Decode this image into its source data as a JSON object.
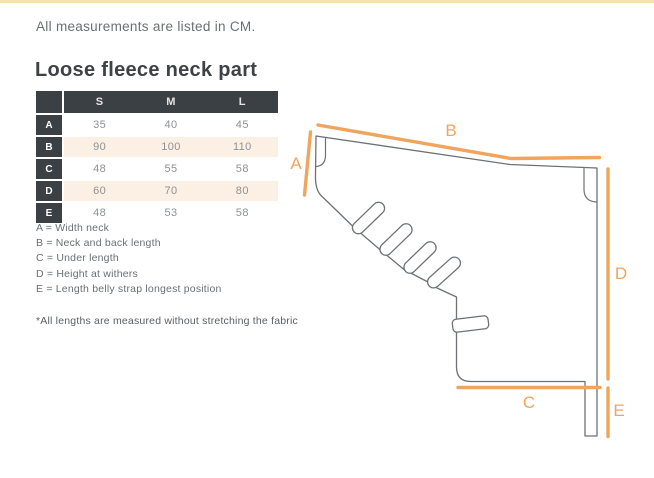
{
  "page": {
    "note_top": "All measurements are listed in CM.",
    "title": "Loose fleece neck part"
  },
  "table": {
    "size_headers": [
      "S",
      "M",
      "L"
    ],
    "rows": [
      {
        "label": "A",
        "values": [
          "35",
          "40",
          "45"
        ]
      },
      {
        "label": "B",
        "values": [
          "90",
          "100",
          "110"
        ]
      },
      {
        "label": "C",
        "values": [
          "48",
          "55",
          "58"
        ]
      },
      {
        "label": "D",
        "values": [
          "60",
          "70",
          "80"
        ]
      },
      {
        "label": "E",
        "values": [
          "48",
          "53",
          "58"
        ]
      }
    ]
  },
  "legend": {
    "items": [
      "A = Width neck",
      "B = Neck and back length",
      "C = Under length",
      "D = Height at withers",
      "E = Length belly strap longest position"
    ],
    "footnote": "*All lengths are measured without stretching the fabric"
  },
  "diagram": {
    "labels": {
      "a": "A",
      "b": "B",
      "c": "C",
      "d": "D",
      "e": "E"
    }
  },
  "colors": {
    "accent": "#F0A55F",
    "header_dark": "#3B4045",
    "row_cream": "#FBF0E3",
    "outline_gray": "#6E7276",
    "top_border": "#F3E2AD"
  }
}
